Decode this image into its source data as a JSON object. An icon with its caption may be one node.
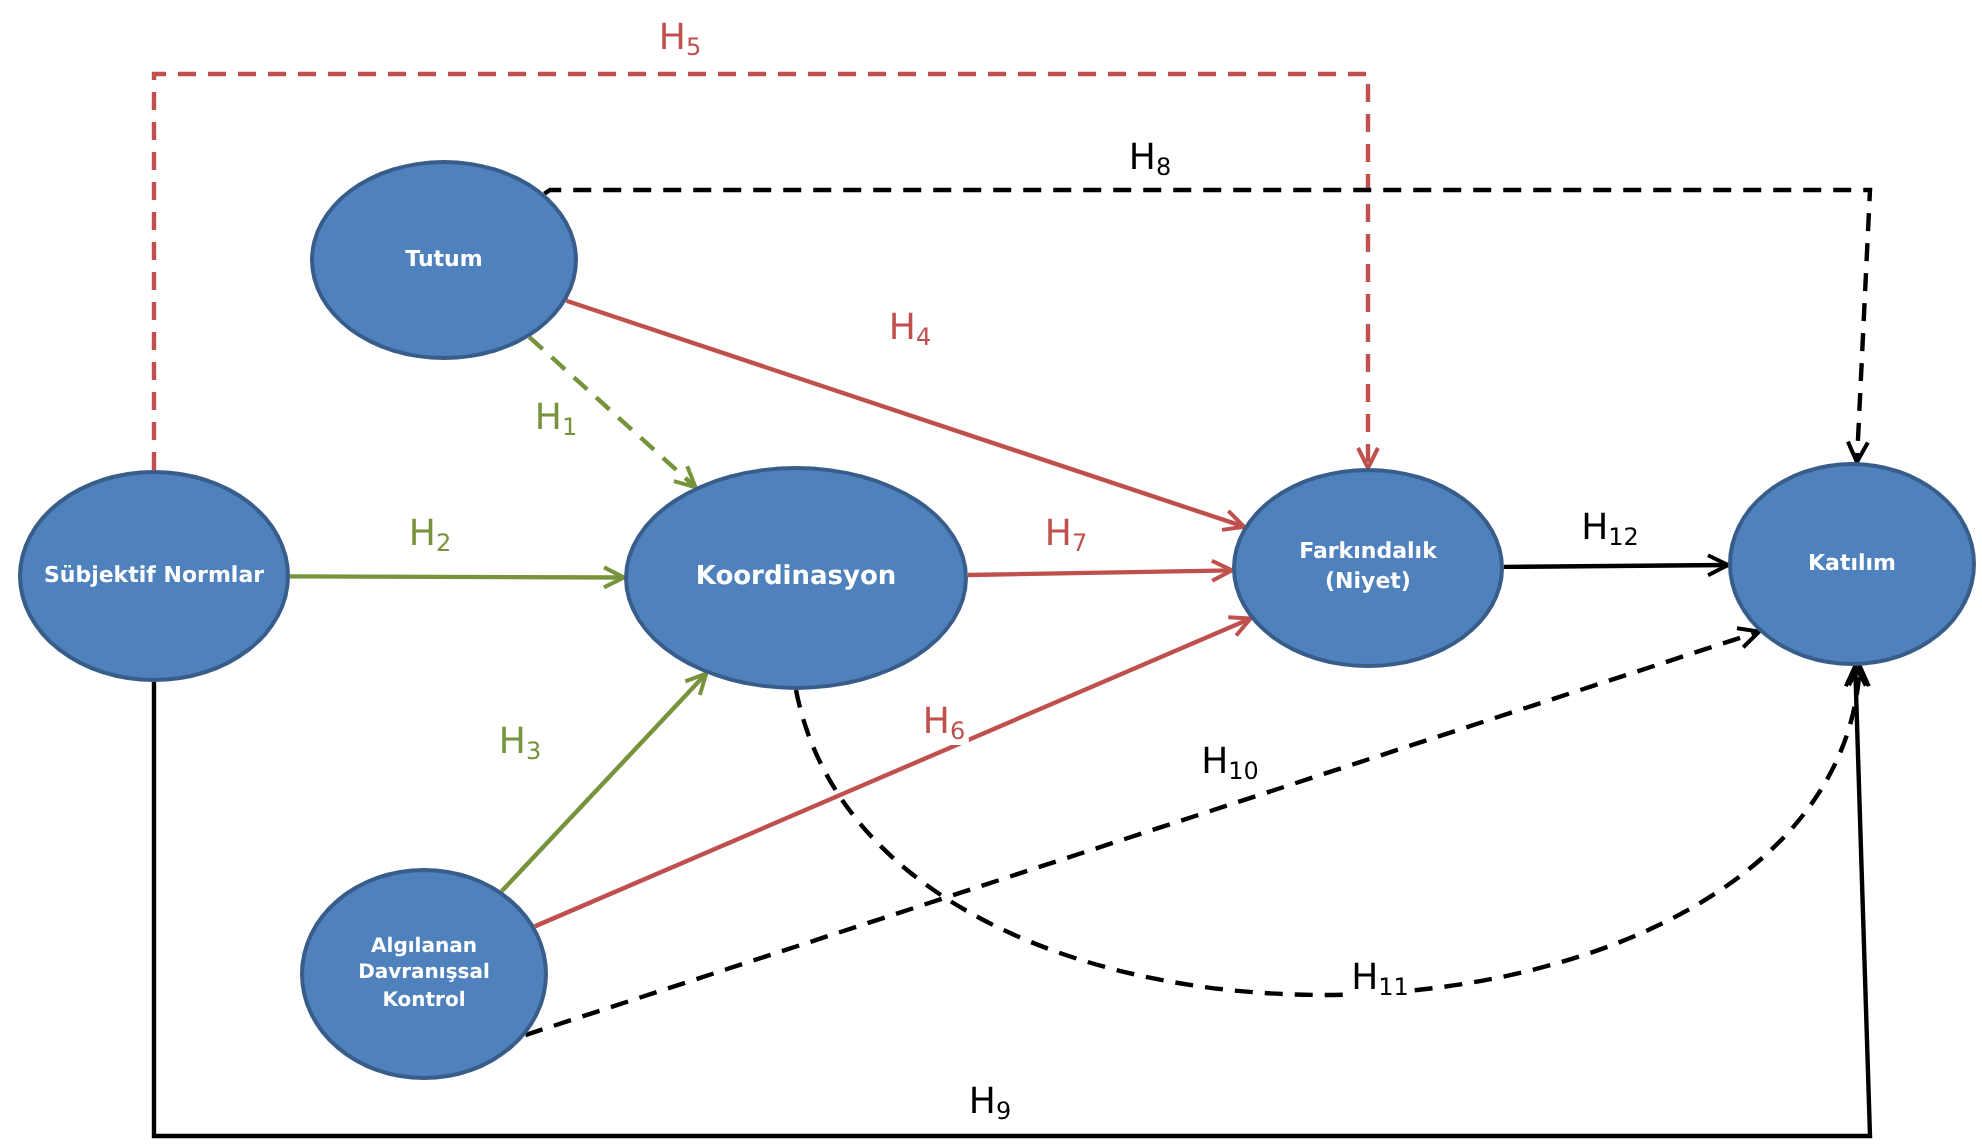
{
  "diagram": {
    "nodes": [
      {
        "text": [
          "Tutum"
        ]
      },
      {
        "text": [
          "Sübjektif Normlar"
        ]
      },
      {
        "text": [
          "Koordinasyon"
        ]
      },
      {
        "text": [
          "Farkındalık (Niyet)"
        ]
      },
      {
        "text": [
          "Katılım"
        ]
      },
      {
        "text": [
          "Algılanan Davranışsal Kontrol"
        ]
      }
    ],
    "edges": [
      {
        "from": 0,
        "to": 2,
        "arrow": "to",
        "label": "H$_{1}$",
        "style": "dashed",
        "color": "#77933c"
      },
      {
        "from": 1,
        "to": 2,
        "arrow": "to",
        "label": "H$_{2}$",
        "color": "#77933c"
      },
      {
        "from": 5,
        "to": 2,
        "arrow": "to",
        "label": "H$_{3}$",
        "color": "#77933c"
      },
      {
        "from": 0,
        "to": 3,
        "arrow": "to",
        "label": "H$_{4}$",
        "color": "#c0504d"
      },
      {
        "from": 1,
        "to": 3,
        "arrow": "to",
        "label": "H$_{5}$",
        "style": "dashed",
        "color": "#c0504d"
      },
      {
        "from": 5,
        "to": 3,
        "arrow": "to",
        "label": "H$_{6}$",
        "color": "#c0504d"
      },
      {
        "from": 2,
        "to": 3,
        "arrow": "to",
        "label": "H$_{7}$",
        "color": "#c0504d"
      },
      {
        "from": 0,
        "to": 4,
        "arrow": "to",
        "label": "H$_{8}$",
        "style": "dashed"
      },
      {
        "from": 1,
        "to": 4,
        "arrow": "to",
        "label": "H$_{9}$"
      },
      {
        "from": 5,
        "to": 4,
        "arrow": "to",
        "label": "H$_{10}$",
        "style": "dashed"
      },
      {
        "from": 2,
        "to": 4,
        "arrow": "to",
        "label": "H$_{11}$",
        "style": "dashed"
      },
      {
        "from": 3,
        "to": 4,
        "arrow": "to",
        "label": "H$_{12}$"
      }
    ]
  }
}
